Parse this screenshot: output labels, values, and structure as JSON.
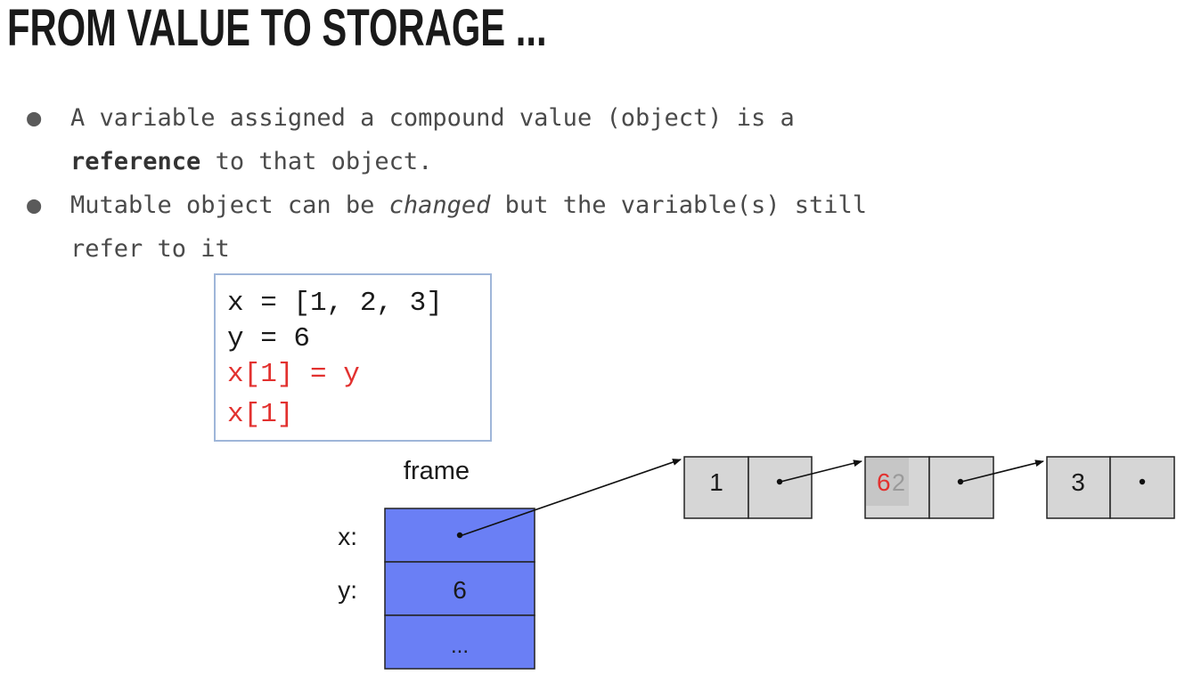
{
  "title": "FROM VALUE TO STORAGE ...",
  "bullets": [
    {
      "line1_pre": "A variable assigned a compound value (object) is a",
      "line2_bold": "reference",
      "line2_post": " to that object."
    },
    {
      "line1_pre": "Mutable object can be ",
      "line1_em": "changed",
      "line1_post": " but the variable(s) still",
      "line2": "refer to it"
    }
  ],
  "code": [
    {
      "text": "x = [1, 2, 3]",
      "color": "#1a1a1a"
    },
    {
      "text": "y = 6",
      "color": "#1a1a1a"
    },
    {
      "text": "x[1] = y",
      "color": "#e2312f"
    },
    {
      "text": "x[1]",
      "color": "#e2312f"
    }
  ],
  "frame": {
    "label": "frame",
    "rows": [
      {
        "name": "x:",
        "value": "•"
      },
      {
        "name": "y:",
        "value": "6"
      },
      {
        "name": "",
        "value": "..."
      }
    ],
    "fill": "#6a7ff5"
  },
  "list_cells": [
    {
      "value": "1",
      "pointer": "•"
    },
    {
      "value": "6",
      "old_value": "2",
      "pointer": "•"
    },
    {
      "value": "3",
      "pointer": "•"
    }
  ],
  "colors": {
    "cell_fill": "#d6d6d6",
    "highlight_fill": "#c6c6c6",
    "new_value": "#e2312f",
    "old_value": "#9a9a9a"
  }
}
